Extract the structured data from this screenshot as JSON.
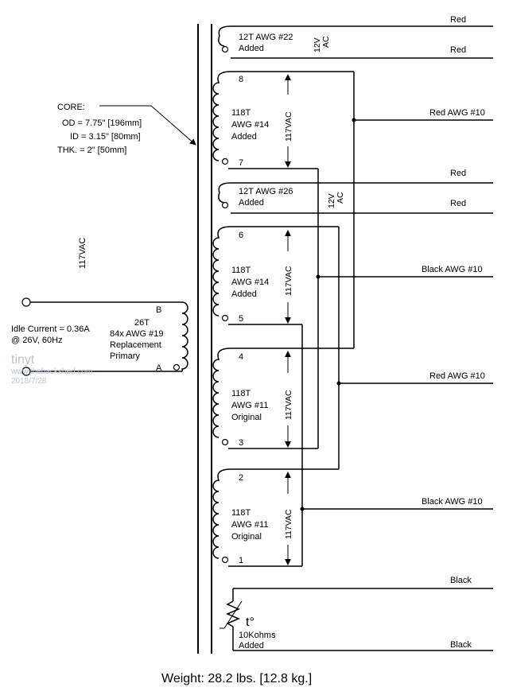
{
  "core_spec": {
    "heading": "CORE:",
    "od": "OD = 7.75\" [196mm]",
    "id": "ID = 3.15\" [80mm]",
    "thk": "THK. = 2\" [50mm]"
  },
  "input_voltage_label": "117VAC",
  "primary": {
    "turns": "26T",
    "wire": "84x AWG #19",
    "line1": "Replacement",
    "line2": "Primary",
    "terminal_b": "B",
    "terminal_a": "A",
    "idle_current": "Idle Current = 0.36A",
    "idle_condition": "@ 26V, 60Hz"
  },
  "watermark": {
    "brand": "tinyt",
    "site": "www.thebackshed.com",
    "date": "2018/7/28"
  },
  "secondaries": [
    {
      "id": "aux1",
      "turns": "12T AWG #22",
      "status": "Added",
      "voltage": "12V AC"
    },
    {
      "id": "w78",
      "top_pin": "8",
      "bottom_pin": "7",
      "turns": "118T",
      "wire": "AWG #14",
      "status": "Added",
      "voltage": "117VAC"
    },
    {
      "id": "aux2",
      "turns": "12T AWG #26",
      "status": "Added",
      "voltage": "12V AC"
    },
    {
      "id": "w65",
      "top_pin": "6",
      "bottom_pin": "5",
      "turns": "118T",
      "wire": "AWG #14",
      "status": "Added",
      "voltage": "117VAC"
    },
    {
      "id": "w43",
      "top_pin": "4",
      "bottom_pin": "3",
      "turns": "118T",
      "wire": "AWG #11",
      "status": "Original",
      "voltage": "117VAC"
    },
    {
      "id": "w21",
      "top_pin": "2",
      "bottom_pin": "1",
      "turns": "118T",
      "wire": "AWG #11",
      "status": "Original",
      "voltage": "117VAC"
    }
  ],
  "thermistor": {
    "value": "10Kohms",
    "status": "Added",
    "symbol": "t°"
  },
  "lead_wires": {
    "aux1_top": "Red",
    "aux1_bottom": "Red",
    "out1": "Red AWG #10",
    "aux2_top": "Red",
    "aux2_bottom": "Red",
    "out2": "Black AWG #10",
    "out3": "Red AWG #10",
    "out4": "Black AWG #10",
    "therm_top": "Black",
    "therm_bottom": "Black"
  },
  "weight": "Weight: 28.2 lbs. [12.8 kg.]"
}
